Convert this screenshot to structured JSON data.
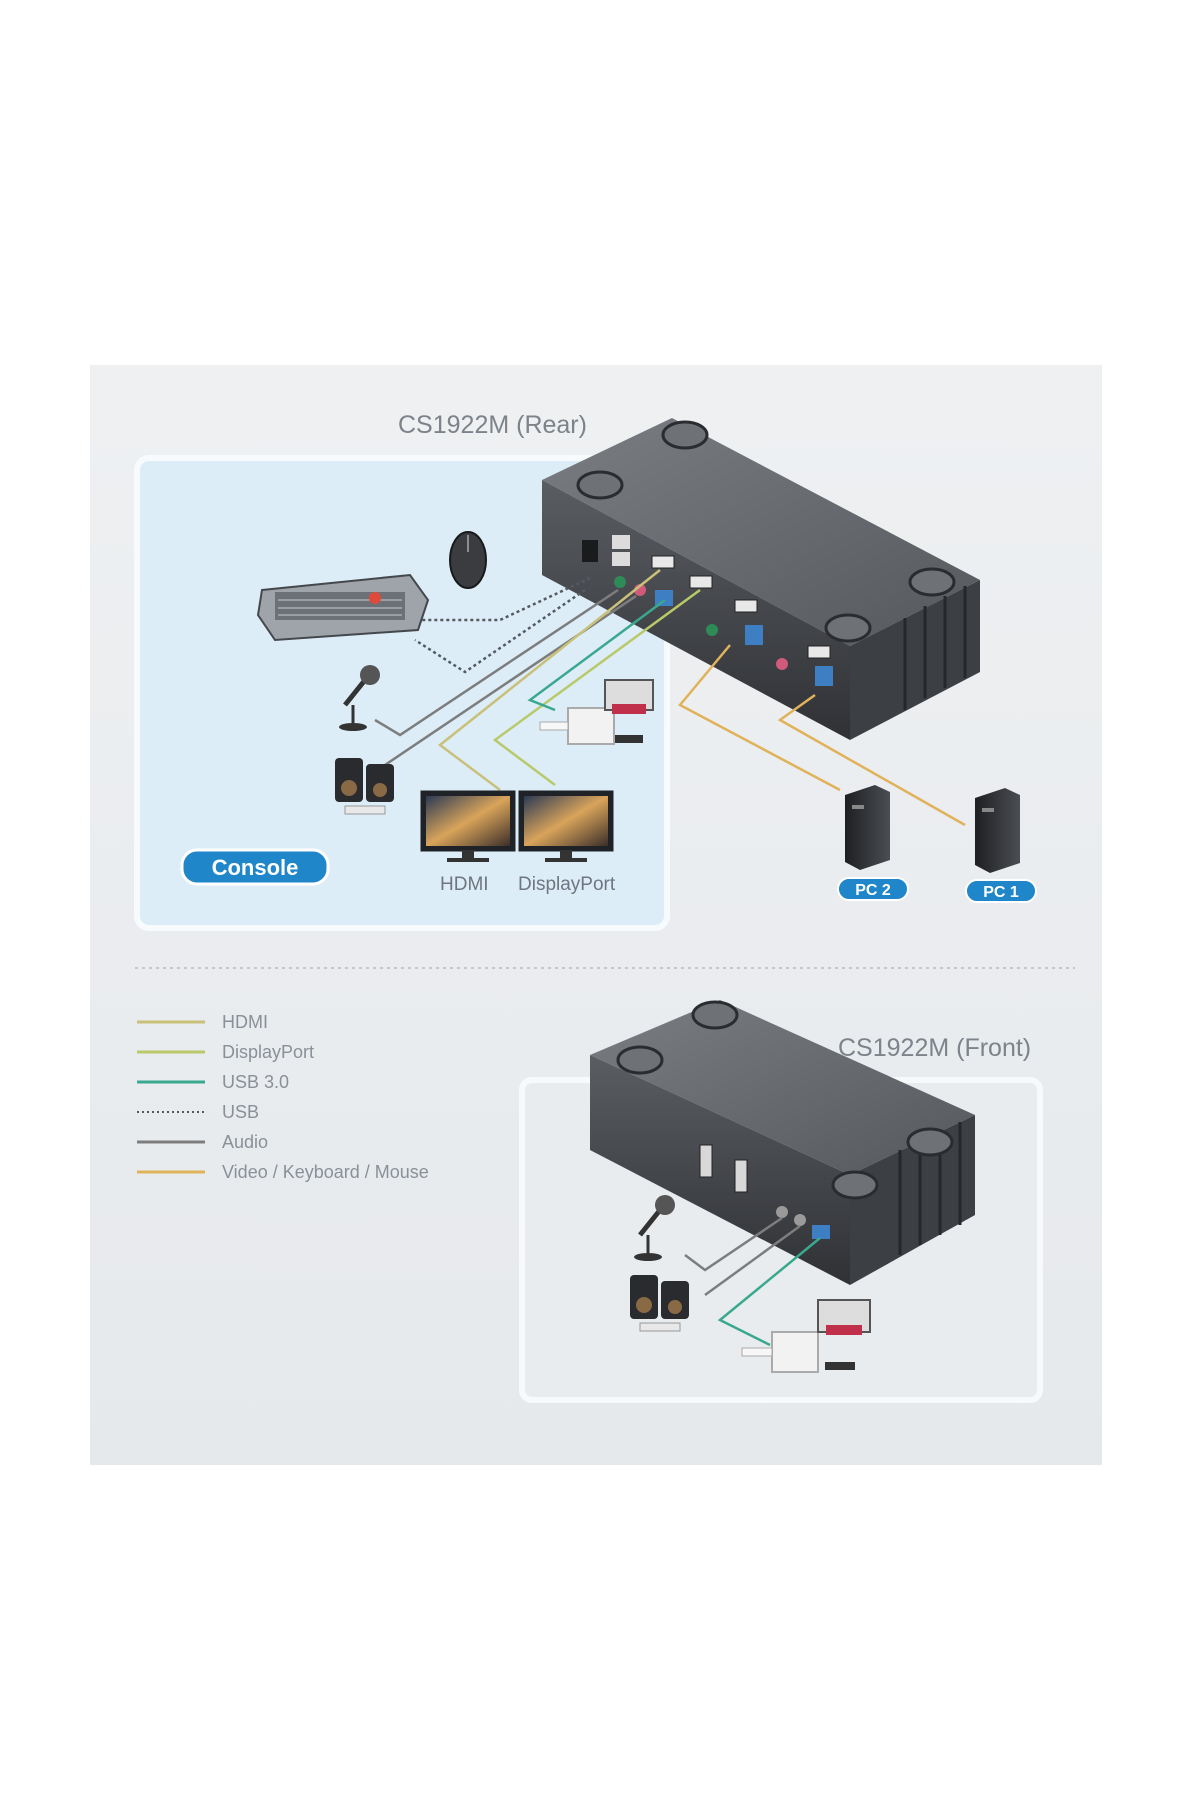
{
  "rear_title": "CS1922M (Rear)",
  "front_title": "CS1922M (Front)",
  "console_badge": "Console",
  "monitor_labels": [
    "HDMI",
    "DisplayPort"
  ],
  "pc_labels": [
    "PC 2",
    "PC 1"
  ],
  "legend": [
    {
      "label": "HDMI",
      "color": "#c9c07a",
      "style": "solid"
    },
    {
      "label": "DisplayPort",
      "color": "#b9c96a",
      "style": "solid"
    },
    {
      "label": "USB 3.0",
      "color": "#3aa88e",
      "style": "solid"
    },
    {
      "label": "USB",
      "color": "#555a60",
      "style": "dotted"
    },
    {
      "label": "Audio",
      "color": "#7d7d7d",
      "style": "solid"
    },
    {
      "label": "Video / Keyboard / Mouse",
      "color": "#e0b25a",
      "style": "solid"
    }
  ],
  "colors": {
    "panel": "#dbeefa",
    "badge": "#1f86c9",
    "device": "#4a4d52"
  }
}
